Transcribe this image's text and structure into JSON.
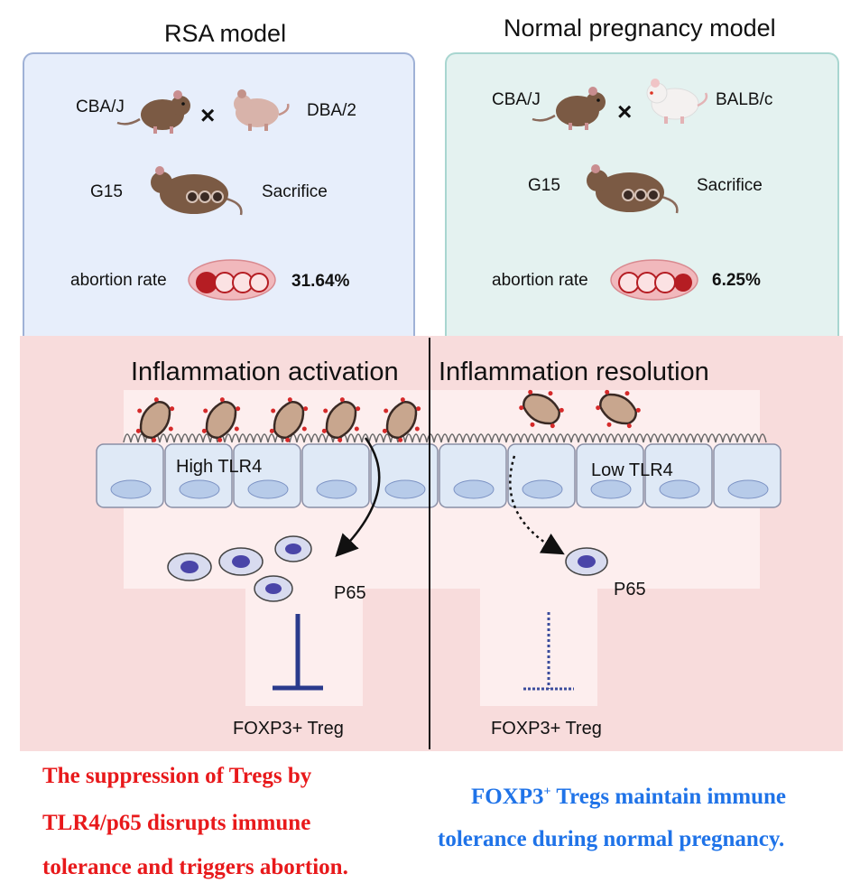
{
  "rsa": {
    "title": "RSA  model",
    "female": "CBA/J",
    "male": "DBA/2",
    "cross": "×",
    "day": "G15",
    "action": "Sacrifice",
    "abortion_label": "abortion rate",
    "abortion_rate": "31.64%"
  },
  "normal": {
    "title": "Normal pregnancy model",
    "female": "CBA/J",
    "male": "BALB/c",
    "cross": "×",
    "day": "G15",
    "action": "Sacrifice",
    "abortion_label": "abortion rate",
    "abortion_rate": "6.25%"
  },
  "left_mech": {
    "title": "Inflammation activation",
    "receptor": "High TLR4",
    "transcription": "P65",
    "target": "FOXP3+ Treg"
  },
  "right_mech": {
    "title": "Inflammation resolution",
    "receptor": "Low TLR4",
    "transcription": "P65",
    "target": "FOXP3+ Treg"
  },
  "conclusions": {
    "left_lines": [
      "The suppression of Tregs by",
      "TLR4/p65 disrupts immune",
      "tolerance and triggers abortion."
    ],
    "right_line1_main": "FOXP3",
    "right_line1_sup": "+",
    "right_line1_rest": " Tregs maintain immune",
    "right_line2": "tolerance during normal pregnancy."
  },
  "colors": {
    "left_text": "#e8191b",
    "right_text": "#1f73e8",
    "rsa_panel": "#e7eefb",
    "normal_panel": "#e4f2f0",
    "mechanism_panel": "#f8dcdc",
    "inhibition": "#2a3a8c"
  },
  "icons": [
    "mouse-icon",
    "embryo-icon",
    "bacteria-icon",
    "epithelial-cell-icon",
    "immune-cell-icon"
  ]
}
